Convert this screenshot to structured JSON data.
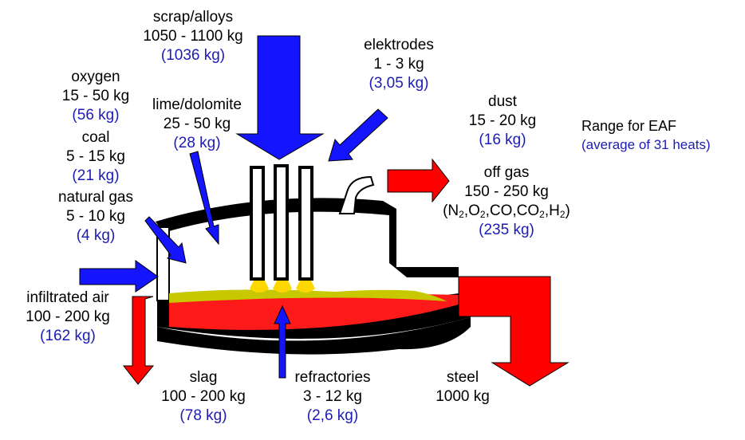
{
  "colors": {
    "input_arrow": "#1414ff",
    "output_arrow": "#ff0000",
    "furnace": "#000000",
    "melt": "#ff1a1a",
    "slag_layer": "#c8c800",
    "arc": "#ffd700",
    "average_text": "#1c1cb4"
  },
  "legend": {
    "line1": "Range for EAF",
    "line2": "(average of 31 heats)"
  },
  "flows": {
    "scrap": {
      "name": "scrap/alloys",
      "range": "1050 - 1100 kg",
      "average": "(1036 kg)"
    },
    "electrodes": {
      "name": "elektrodes",
      "range": "1 - 3 kg",
      "average": "(3,05 kg)"
    },
    "oxygen": {
      "name": "oxygen",
      "range": "15 - 50 kg",
      "average": "(56 kg)"
    },
    "lime": {
      "name": "lime/dolomite",
      "range": "25 - 50 kg",
      "average": "(28 kg)"
    },
    "coal": {
      "name": "coal",
      "range": "5 - 15 kg",
      "average": "(21 kg)"
    },
    "natural_gas": {
      "name": "natural gas",
      "range": "5 - 10 kg",
      "average": "(4 kg)"
    },
    "infiltrated_air": {
      "name": "infiltrated air",
      "range": "100 - 200 kg",
      "average": "(162 kg)"
    },
    "dust": {
      "name": "dust",
      "range": "15 - 20 kg",
      "average": "(16 kg)"
    },
    "off_gas": {
      "name": "off gas",
      "range": "150 - 250 kg",
      "composition": "(N2,O2,CO,CO2,H2)",
      "average": "(235 kg)"
    },
    "slag": {
      "name": "slag",
      "range": "100 - 200 kg",
      "average": "(78 kg)"
    },
    "refractories": {
      "name": "refractories",
      "range": "3 - 12 kg",
      "average": "(2,6 kg)"
    },
    "steel": {
      "name": "steel",
      "range": "1000 kg"
    }
  }
}
